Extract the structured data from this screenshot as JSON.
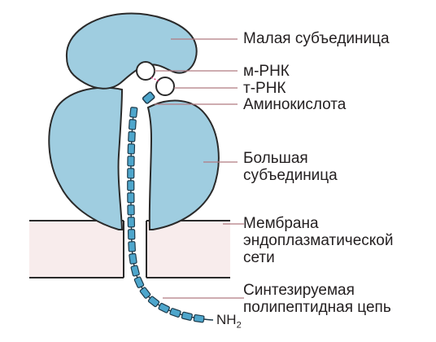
{
  "labels": {
    "small_subunit": "Малая субъединица",
    "mrna": "м-РНК",
    "trna": "т-РНК",
    "amino_acid": "Аминокислота",
    "large_subunit_line1": "Большая",
    "large_subunit_line2": "субъединица",
    "membrane_line1": "Мембрана",
    "membrane_line2": "эндоплазматической",
    "membrane_line3": "сети",
    "chain_line1": "Синтезируемая",
    "chain_line2": "полипептидная цепь",
    "nh_prefix": "NH",
    "nh_subscript": "2"
  },
  "colors": {
    "subunit_fill": "#9fcde0",
    "outline": "#2a2a2a",
    "membrane_fill": "#f8ecec",
    "leader_line": "#b07a80",
    "chain_fill": "#4ea6cc"
  }
}
